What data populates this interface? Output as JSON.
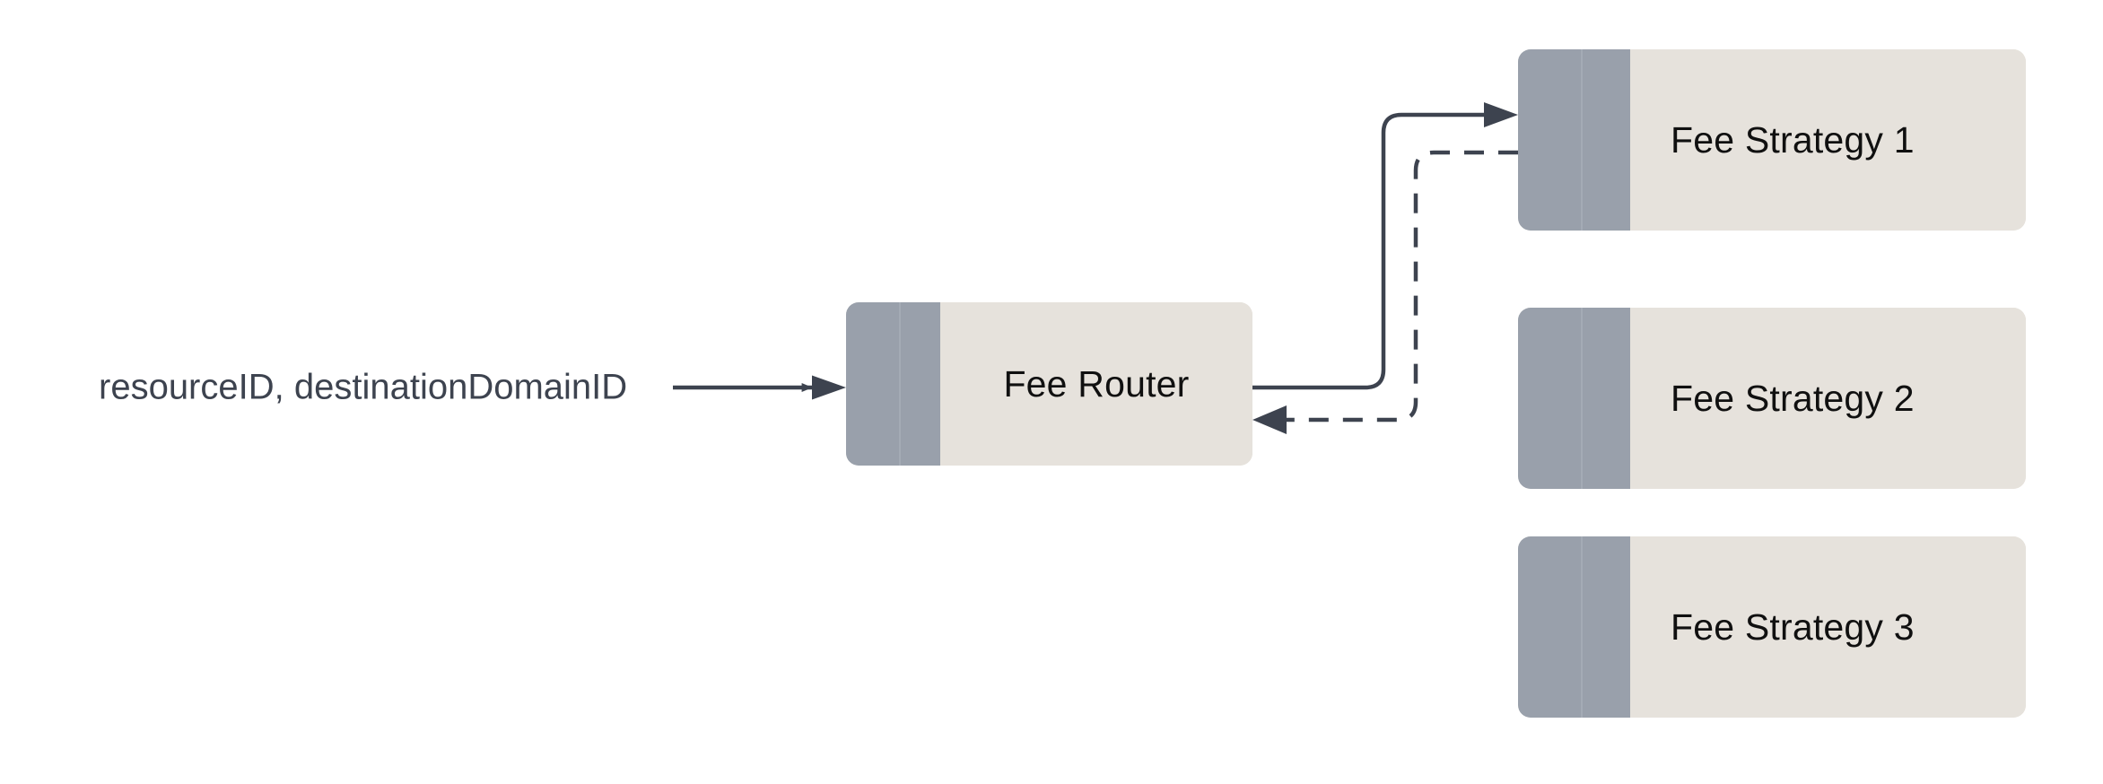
{
  "diagram": {
    "title": "Fee Router routing diagram",
    "background_color": "#ffffff",
    "colors": {
      "node_body": "#e6e2dc",
      "node_band": "#99a0ab",
      "node_band_rule": "#a4abb5",
      "edge": "#3d434f",
      "node_label_text": "#101010",
      "input_label_text": "#3d434f"
    }
  },
  "input": {
    "label": "resourceID, destinationDomainID"
  },
  "nodes": [
    {
      "id": "fee-router",
      "label": "Fee Router"
    },
    {
      "id": "fee-strategy-1",
      "label": "Fee Strategy 1"
    },
    {
      "id": "fee-strategy-2",
      "label": "Fee Strategy 2"
    },
    {
      "id": "fee-strategy-3",
      "label": "Fee Strategy 3"
    }
  ],
  "edges": [
    {
      "id": "input-to-router",
      "from": "input-label",
      "to": "fee-router",
      "style": "solid",
      "arrowhead": "filled-triangle",
      "label": ""
    },
    {
      "id": "router-to-strategy-1",
      "from": "fee-router",
      "to": "fee-strategy-1",
      "style": "solid",
      "arrowhead": "filled-triangle",
      "label": ""
    },
    {
      "id": "strategy-1-to-router",
      "from": "fee-strategy-1",
      "to": "fee-router",
      "style": "dashed",
      "arrowhead": "filled-triangle",
      "label": ""
    }
  ]
}
